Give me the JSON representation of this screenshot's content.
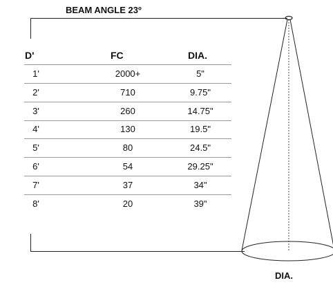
{
  "title": "BEAM ANGLE 23º",
  "table": {
    "headers": [
      "D'",
      "FC",
      "DIA."
    ],
    "rows": [
      [
        "1'",
        "2000+",
        "5\""
      ],
      [
        "2'",
        "710",
        "9.75\""
      ],
      [
        "3'",
        "260",
        "14.75\""
      ],
      [
        "4'",
        "130",
        "19.5\""
      ],
      [
        "5'",
        "80",
        "24.5\""
      ],
      [
        "6'",
        "54",
        "29.25\""
      ],
      [
        "7'",
        "37",
        "34\""
      ],
      [
        "8'",
        "20",
        "39\""
      ]
    ]
  },
  "cone_label": "DIA.",
  "colors": {
    "line": "#222222",
    "rule": "#999999"
  }
}
